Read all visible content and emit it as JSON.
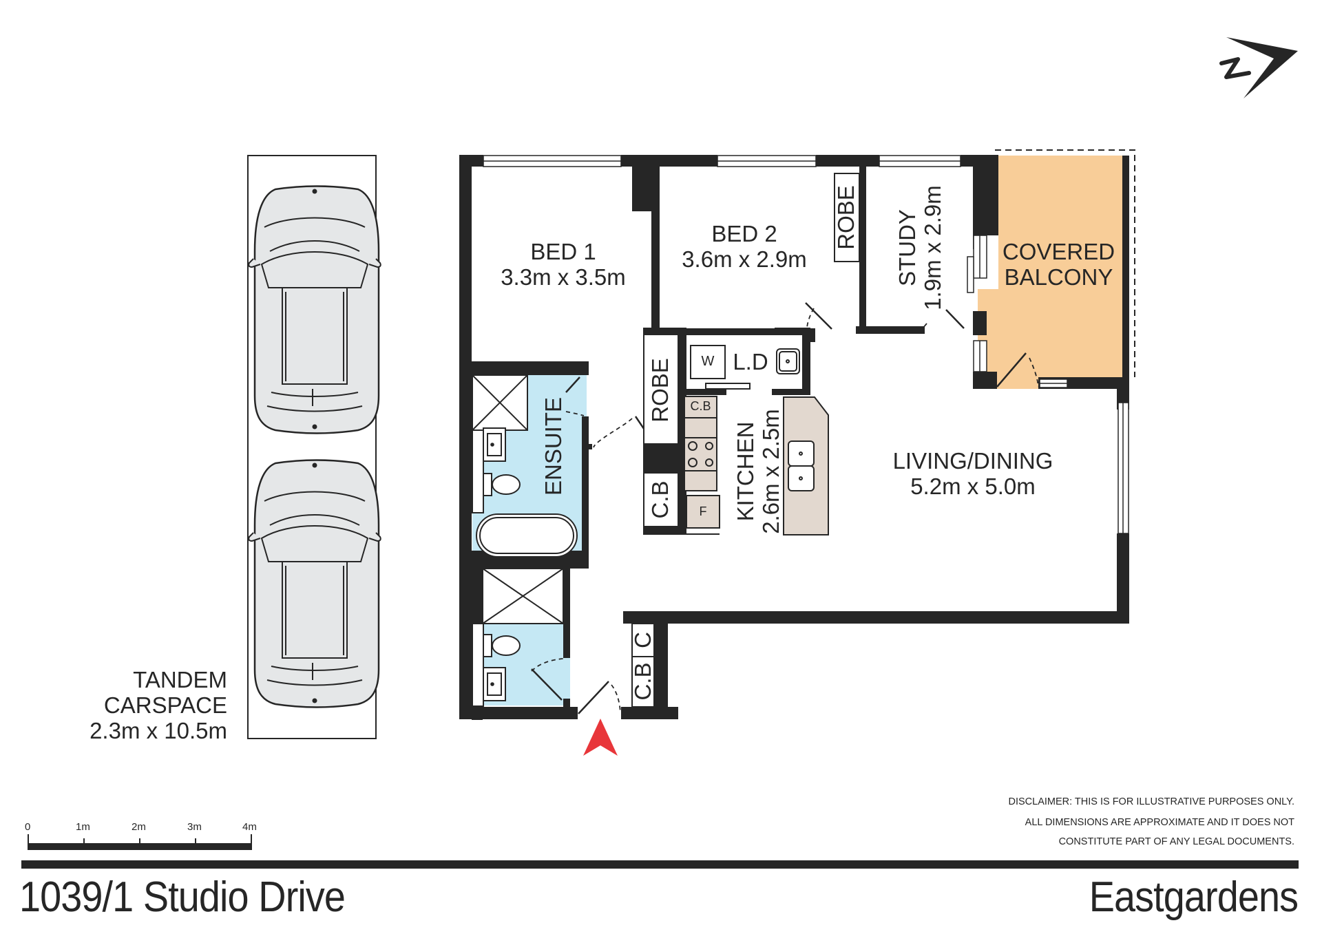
{
  "plan": {
    "address": "1039/1 Studio Drive",
    "suburb": "Eastgardens",
    "compass": {
      "icon": "north-arrow-icon",
      "letter": "N"
    },
    "entry_marker": {
      "icon": "entry-arrow-icon",
      "color": "#e8363a"
    },
    "colors": {
      "wall": "#262626",
      "wet_area": "#c5e8f4",
      "kitchen_bench": "#e2d8cf",
      "balcony": "#f8cd98",
      "car_fill": "#e5e7e8"
    },
    "rooms": {
      "bed1": {
        "name": "BED 1",
        "size": "3.3m x 3.5m"
      },
      "bed2": {
        "name": "BED 2",
        "size": "3.6m x 2.9m"
      },
      "robe_bed2": {
        "name": "ROBE"
      },
      "study": {
        "name": "STUDY",
        "size": "1.9m x 2.9m"
      },
      "balcony": {
        "name_line1": "COVERED",
        "name_line2": "BALCONY"
      },
      "ensuite": {
        "name": "ENSUITE"
      },
      "robe_bed1": {
        "name": "ROBE"
      },
      "cb_hall": {
        "name": "C.B"
      },
      "laundry": {
        "name": "L.D",
        "washer": "W"
      },
      "kitchen": {
        "name": "KITCHEN",
        "size": "2.6m x 2.5m",
        "cupboard": "C.B",
        "fridge": "F"
      },
      "living": {
        "name": "LIVING/DINING",
        "size": "5.2m x 5.0m"
      },
      "entry_c": {
        "name": "C"
      },
      "entry_cb": {
        "name": "C.B"
      },
      "carspace": {
        "line1": "TANDEM",
        "line2": "CARSPACE",
        "size": "2.3m x 10.5m"
      }
    },
    "scale_bar": {
      "ticks": [
        "0",
        "1m",
        "2m",
        "3m",
        "4m"
      ]
    },
    "disclaimer": [
      "DISCLAIMER: THIS IS FOR ILLUSTRATIVE PURPOSES ONLY.",
      "ALL DIMENSIONS ARE APPROXIMATE AND IT DOES NOT",
      "CONSTITUTE PART OF ANY LEGAL DOCUMENTS."
    ]
  }
}
